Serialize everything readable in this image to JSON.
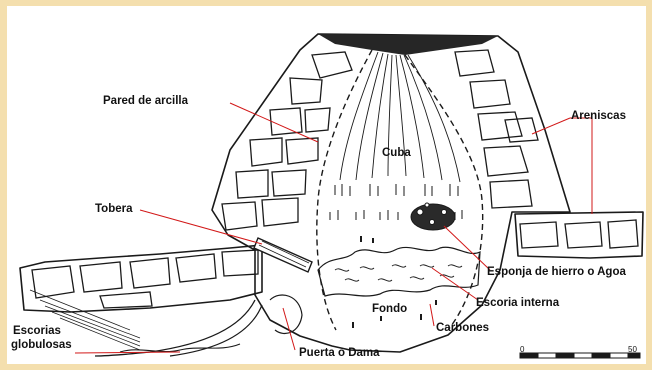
{
  "labels": {
    "pared": "Pared de arcilla",
    "cuba": "Cuba",
    "areniscas": "Areniscas",
    "tobera": "Tobera",
    "esponja": "Esponja de hierro o Agoa",
    "escoria_interna": "Escoria interna",
    "fondo": "Fondo",
    "carbones": "Carbones",
    "escorias_line1": "Escorias",
    "escorias_line2": "globulosas",
    "puerta": "Puerta o Dama"
  },
  "scale_bar": {
    "start": "0",
    "end": "50"
  },
  "colors": {
    "leader_line": "#d21818",
    "ink": "#1a1a1a",
    "background": "#f4dfae",
    "panel": "#ffffff"
  }
}
